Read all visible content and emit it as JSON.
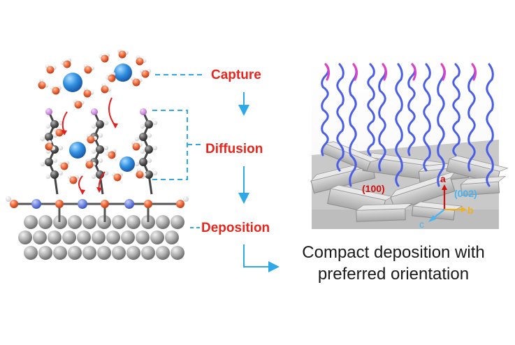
{
  "steps": [
    {
      "label": "Capture"
    },
    {
      "label": "Diffusion"
    },
    {
      "label": "Deposition"
    }
  ],
  "outcome": {
    "line1": "Compact deposition with",
    "line2": "preferred orientation"
  },
  "crystal_panel": {
    "facet_100": "(100)",
    "facet_002": "(002)",
    "axis_a": "a",
    "axis_b": "b",
    "axis_c": "c"
  },
  "colors": {
    "step_text": "#e8261c",
    "arrow": "#2ea8e6",
    "water_oxygen": "#f06a3c",
    "cation": "#2f8ee0",
    "chain_carbon": "#555555",
    "head_atom": "#c98ad8",
    "nitrogen": "#5a78d8",
    "substrate": "#a0a0a0",
    "polymer_blue": "#4a5ee6",
    "polymer_pink": "#e040c8",
    "facet_100_color": "#d01010",
    "facet_002_color": "#4ab4f0",
    "axis_a_color": "#d01010",
    "axis_b_color": "#f0b020",
    "axis_c_color": "#4ab4f0"
  }
}
